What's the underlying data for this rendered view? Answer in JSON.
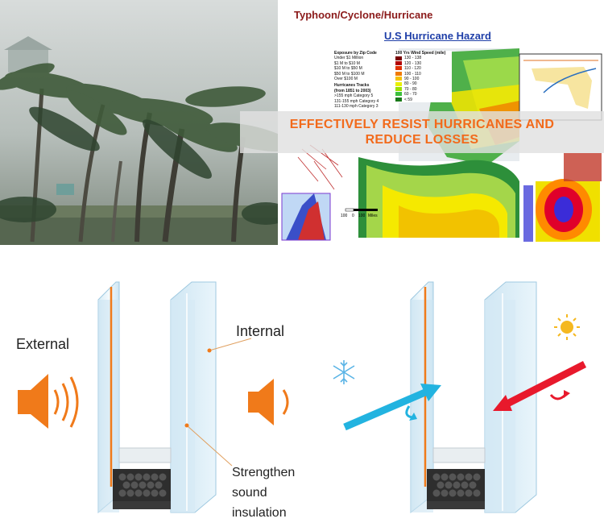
{
  "map": {
    "title": "Typhoon/Cyclone/Hurricane",
    "subtitle": "U.S Hurricane Hazard",
    "legend_exposure_title": "Exposure by Zip Code",
    "legend_exposure_items": [
      "Under $1 Million",
      "$1 M to $10 M",
      "$10 M to $50 M",
      "$50 M to $100 M",
      "Over $100 M"
    ],
    "legend_tracks_title": "Hurricanes Tracks",
    "legend_tracks_sub": "(from 1851 to 2003)",
    "legend_tracks_items": [
      ">155 mph Category 5",
      "131-155 mph Category 4",
      "111-130 mph Category 3"
    ],
    "wind_title": "100 Yrs Wind Speed (mile)",
    "wind_items": [
      "130 - 138",
      "120 - 130",
      "110 - 120",
      "100 - 110",
      "90 - 100",
      "80 - 90",
      "70 - 80",
      "60 - 70",
      "< 59"
    ],
    "wind_colors": [
      "#7a0000",
      "#b30000",
      "#e03000",
      "#f07a00",
      "#f5c000",
      "#e9f000",
      "#9be000",
      "#3cbf3c",
      "#1a7a1a"
    ],
    "scale_labels": [
      "100",
      "0",
      "100",
      "Miles"
    ]
  },
  "banner": {
    "line1": "EFFECTIVELY RESIST HURRICANES AND",
    "line2": "REDUCE LOSSES"
  },
  "diagram": {
    "external_label": "External",
    "internal_label": "Internal",
    "strengthen_lines": [
      "Strengthen",
      "sound",
      "insulation"
    ]
  },
  "colors": {
    "accent_orange": "#f07a1a",
    "glass": "#cfe6f3",
    "cold_arrow": "#22b3e0",
    "heat_arrow": "#e8192c",
    "spacer_dark": "#2e2e2e"
  }
}
